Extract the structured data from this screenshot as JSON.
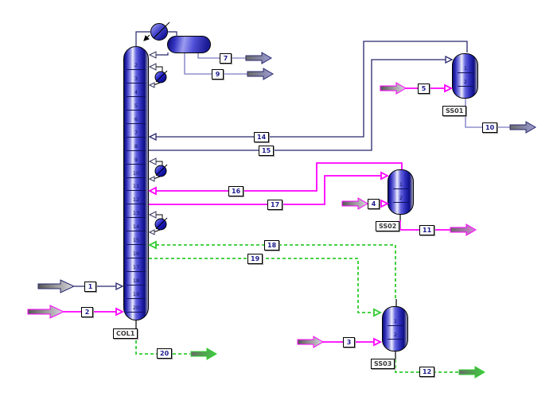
{
  "diagram": {
    "background": "#ffffff",
    "type": "process-flowsheet",
    "description": "Distillation column COL1 with reflux condenser, reflux drum, three pumparounds and three side strippers SS01, SS02, SS03"
  },
  "colors": {
    "navy_line": "#27276e",
    "periwinkle_line": "#9191cd",
    "magenta_line": "#ff00ff",
    "green_line": "#2ecc2e",
    "vessel_dark": "#0d0d72",
    "vessel_highlight": "#eeeefc",
    "label_text": "#1b1b8c"
  },
  "units": {
    "col1": {
      "label": "COL1",
      "trays": [
        "2",
        "3",
        "4",
        "5",
        "6",
        "7",
        "8",
        "9",
        "10",
        "11",
        "12",
        "13",
        "14",
        "15",
        "16",
        "17",
        "18",
        "19",
        "20"
      ]
    },
    "ss01": {
      "label": "SS01",
      "trays": [
        "1",
        "2"
      ]
    },
    "ss02": {
      "label": "SS02",
      "trays": [
        "1",
        "2"
      ]
    },
    "ss03": {
      "label": "SS03",
      "trays": [
        "1",
        "2"
      ]
    }
  },
  "streams": {
    "s1": {
      "label": "1",
      "kind": "feed",
      "style": "navy-solid"
    },
    "s2": {
      "label": "2",
      "kind": "feed",
      "style": "magenta-solid"
    },
    "s3": {
      "label": "3",
      "kind": "feed",
      "style": "magenta-solid"
    },
    "s4": {
      "label": "4",
      "kind": "feed",
      "style": "magenta-solid"
    },
    "s5": {
      "label": "5",
      "kind": "feed",
      "style": "magenta-solid"
    },
    "s7": {
      "label": "7",
      "kind": "product",
      "style": "periwinkle-solid"
    },
    "s9": {
      "label": "9",
      "kind": "product",
      "style": "periwinkle-solid"
    },
    "s10": {
      "label": "10",
      "kind": "product",
      "style": "periwinkle-solid"
    },
    "s11": {
      "label": "11",
      "kind": "product",
      "style": "magenta-solid"
    },
    "s12": {
      "label": "12",
      "kind": "product",
      "style": "green-dashed"
    },
    "s14": {
      "label": "14",
      "kind": "connector",
      "style": "navy-solid"
    },
    "s15": {
      "label": "15",
      "kind": "connector",
      "style": "navy-solid"
    },
    "s16": {
      "label": "16",
      "kind": "connector",
      "style": "magenta-solid"
    },
    "s17": {
      "label": "17",
      "kind": "connector",
      "style": "magenta-solid"
    },
    "s18": {
      "label": "18",
      "kind": "connector",
      "style": "green-dashed"
    },
    "s19": {
      "label": "19",
      "kind": "connector",
      "style": "green-dashed"
    },
    "s20": {
      "label": "20",
      "kind": "product",
      "style": "green-dashed"
    }
  }
}
